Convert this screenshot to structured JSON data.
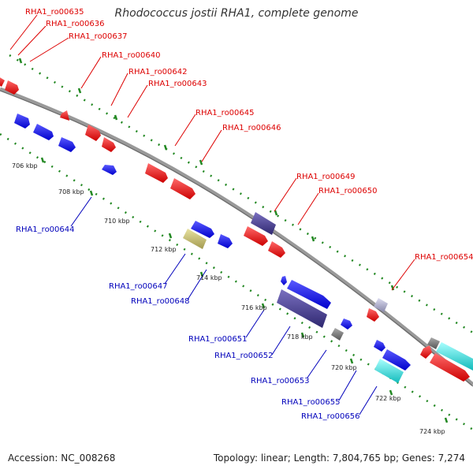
{
  "title": "Rhodococcus jostii RHA1, complete genome",
  "footer": {
    "accession": "Accession: NC_008268",
    "topology": "Topology: linear; Length: 7,804,765 bp; Genes: 7,274"
  },
  "tick_labels": [
    "706 kbp",
    "708 kbp",
    "710 kbp",
    "712 kbp",
    "714 kbp",
    "716 kbp",
    "718 kbp",
    "720 kbp",
    "722 kbp",
    "724 kbp"
  ],
  "upper_labels": [
    "RHA1_ro00635",
    "RHA1_ro00636",
    "RHA1_ro00637",
    "RHA1_ro00640",
    "RHA1_ro00642",
    "RHA1_ro00643",
    "RHA1_ro00645",
    "RHA1_ro00646",
    "RHA1_ro00649",
    "RHA1_ro00650",
    "RHA1_ro00654"
  ],
  "lower_labels": [
    "RHA1_ro00644",
    "RHA1_ro00647",
    "RHA1_ro00648",
    "RHA1_ro00651",
    "RHA1_ro00652",
    "RHA1_ro00653",
    "RHA1_ro00655",
    "RHA1_ro00656"
  ],
  "colors": {
    "forward_gene": "#ee1111",
    "reverse_gene": "#1111ee",
    "backbone": "#999999",
    "tick_dots": "#228822",
    "purple_gene": "#4a3d8f",
    "gray_gene": "#777777",
    "cyan_gene": "#22dddd",
    "khaki_gene": "#bdb76b",
    "upper_label_color": "#dd0000",
    "lower_label_color": "#0000bb"
  }
}
